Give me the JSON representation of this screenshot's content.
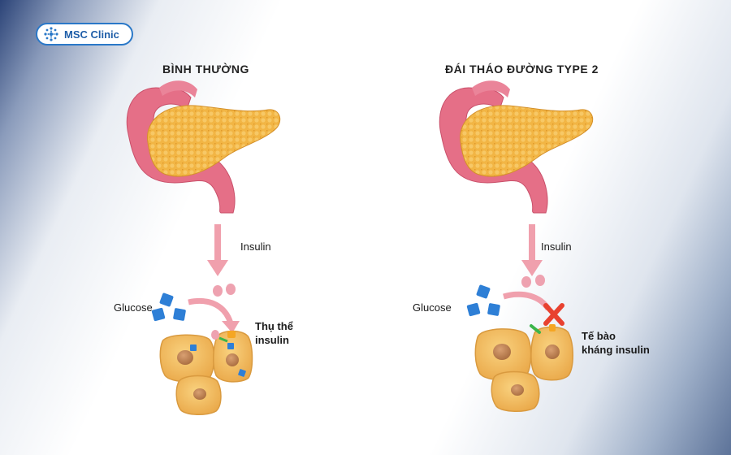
{
  "logo": {
    "text": "MSC Clinic"
  },
  "panels": [
    {
      "id": "normal",
      "title": "BÌNH THƯỜNG",
      "insulin_label": "Insulin",
      "glucose_label": "Glucose",
      "receptor_label_line1": "Thụ thể",
      "receptor_label_line2": "insulin"
    },
    {
      "id": "type2",
      "title": "ĐÁI THÁO ĐƯỜNG TYPE 2",
      "insulin_label": "Insulin",
      "glucose_label": "Glucose",
      "cell_label_line1": "Tế bào",
      "cell_label_line2": "kháng insulin"
    }
  ],
  "colors": {
    "pancreas": "#f2b544",
    "intestine": "#e56f87",
    "arrow": "#f0a0ad",
    "cell": "#f5c062",
    "nucleus": "#c98a56",
    "glucose": "#2e7fd6",
    "receptor": "#3bb54a",
    "blocked_x": "#e8412f"
  }
}
